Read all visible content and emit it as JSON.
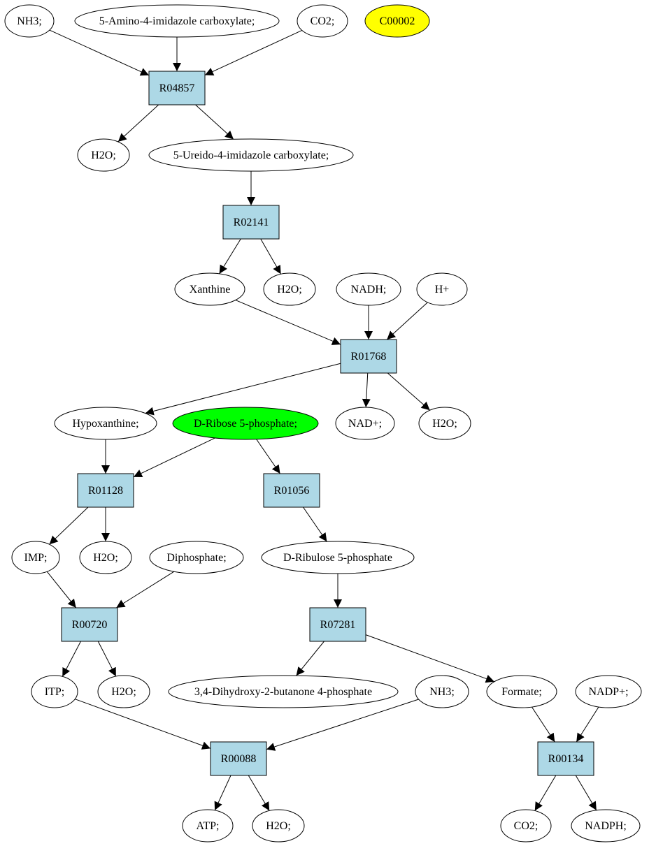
{
  "colors": {
    "reaction_fill": "#add8e6",
    "compound_fill": "#ffffff",
    "highlight_yellow": "#ffff00",
    "highlight_green": "#00ff00",
    "stroke": "#000000"
  },
  "reactions": [
    {
      "id": "r1",
      "label": "R04857"
    },
    {
      "id": "r2",
      "label": "R02141"
    },
    {
      "id": "r3",
      "label": "R01768"
    },
    {
      "id": "r4",
      "label": "R01128"
    },
    {
      "id": "r5",
      "label": "R01056"
    },
    {
      "id": "r6",
      "label": "R00720"
    },
    {
      "id": "r7",
      "label": "R07281"
    },
    {
      "id": "r8",
      "label": "R00088"
    },
    {
      "id": "r9",
      "label": "R00134"
    }
  ],
  "compounds": [
    {
      "id": "c1",
      "label": "NH3;"
    },
    {
      "id": "c2",
      "label": "5-Amino-4-imidazole carboxylate;"
    },
    {
      "id": "c3",
      "label": "CO2;"
    },
    {
      "id": "c4",
      "label": "C00002",
      "highlight": "yellow"
    },
    {
      "id": "c5",
      "label": "H2O;"
    },
    {
      "id": "c6",
      "label": "5-Ureido-4-imidazole carboxylate;"
    },
    {
      "id": "c7",
      "label": "Xanthine"
    },
    {
      "id": "c8",
      "label": "H2O;"
    },
    {
      "id": "c9",
      "label": "NADH;"
    },
    {
      "id": "c10",
      "label": "H+"
    },
    {
      "id": "c11",
      "label": "Hypoxanthine;"
    },
    {
      "id": "c12",
      "label": "D-Ribose 5-phosphate;",
      "highlight": "green"
    },
    {
      "id": "c13",
      "label": "NAD+;"
    },
    {
      "id": "c14",
      "label": "H2O;"
    },
    {
      "id": "c15",
      "label": "IMP;"
    },
    {
      "id": "c16",
      "label": "H2O;"
    },
    {
      "id": "c17",
      "label": "Diphosphate;"
    },
    {
      "id": "c18",
      "label": "D-Ribulose 5-phosphate"
    },
    {
      "id": "c19",
      "label": "ITP;"
    },
    {
      "id": "c20",
      "label": "H2O;"
    },
    {
      "id": "c21",
      "label": "3,4-Dihydroxy-2-butanone 4-phosphate"
    },
    {
      "id": "c22",
      "label": "NH3;"
    },
    {
      "id": "c23",
      "label": "Formate;"
    },
    {
      "id": "c24",
      "label": "NADP+;"
    },
    {
      "id": "c25",
      "label": "ATP;"
    },
    {
      "id": "c26",
      "label": "H2O;"
    },
    {
      "id": "c27",
      "label": "CO2;"
    },
    {
      "id": "c28",
      "label": "NADPH;"
    }
  ],
  "edges": [
    {
      "from": "c1",
      "to": "r1"
    },
    {
      "from": "c2",
      "to": "r1"
    },
    {
      "from": "c3",
      "to": "r1"
    },
    {
      "from": "r1",
      "to": "c5"
    },
    {
      "from": "r1",
      "to": "c6"
    },
    {
      "from": "c6",
      "to": "r2"
    },
    {
      "from": "r2",
      "to": "c7"
    },
    {
      "from": "r2",
      "to": "c8"
    },
    {
      "from": "c7",
      "to": "r3"
    },
    {
      "from": "c9",
      "to": "r3"
    },
    {
      "from": "c10",
      "to": "r3"
    },
    {
      "from": "r3",
      "to": "c11"
    },
    {
      "from": "r3",
      "to": "c13"
    },
    {
      "from": "r3",
      "to": "c14"
    },
    {
      "from": "c11",
      "to": "r4"
    },
    {
      "from": "c12",
      "to": "r4"
    },
    {
      "from": "c12",
      "to": "r5"
    },
    {
      "from": "r4",
      "to": "c15"
    },
    {
      "from": "r4",
      "to": "c16"
    },
    {
      "from": "r5",
      "to": "c18"
    },
    {
      "from": "c15",
      "to": "r6"
    },
    {
      "from": "c17",
      "to": "r6"
    },
    {
      "from": "c18",
      "to": "r7"
    },
    {
      "from": "r6",
      "to": "c19"
    },
    {
      "from": "r6",
      "to": "c20"
    },
    {
      "from": "r7",
      "to": "c21"
    },
    {
      "from": "r7",
      "to": "c23"
    },
    {
      "from": "c19",
      "to": "r8"
    },
    {
      "from": "c22",
      "to": "r8"
    },
    {
      "from": "c23",
      "to": "r9"
    },
    {
      "from": "c24",
      "to": "r9"
    },
    {
      "from": "r8",
      "to": "c25"
    },
    {
      "from": "r8",
      "to": "c26"
    },
    {
      "from": "r9",
      "to": "c27"
    },
    {
      "from": "r9",
      "to": "c28"
    }
  ]
}
